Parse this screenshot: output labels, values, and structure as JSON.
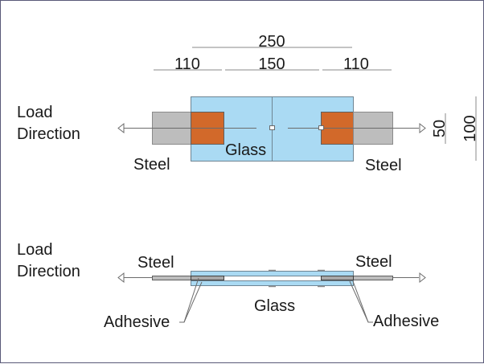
{
  "diagram": {
    "top_view": {
      "load_label_line1": "Load",
      "load_label_line2": "Direction",
      "steel_left_label": "Steel",
      "steel_right_label": "Steel",
      "glass_label": "Glass",
      "dimensions": {
        "overall_width": "250",
        "left_overlap": "110",
        "middle_gap": "150",
        "right_overlap": "110",
        "steel_width": "50",
        "glass_width": "100"
      }
    },
    "section_view": {
      "load_label_line1": "Load",
      "load_label_line2": "Direction",
      "steel_left_label": "Steel",
      "steel_right_label": "Steel",
      "glass_label": "Glass",
      "adhesive_left_label": "Adhesive",
      "adhesive_right_label": "Adhesive"
    },
    "colors": {
      "glass": "#aadaf3",
      "glass_stroke": "#6f8593",
      "steel": "#bdbdbd",
      "steel_dark": "#a8a8a8",
      "adhesive": "#d2692a",
      "line": "#6b6b6b",
      "frame": "#5a5a78"
    }
  }
}
